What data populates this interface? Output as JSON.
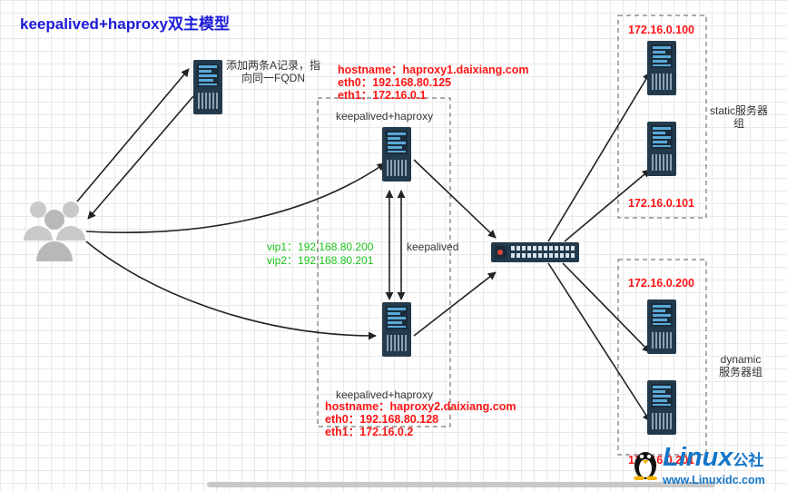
{
  "title": "keepalived+haproxy双主模型",
  "dns_note": {
    "line1": "添加两条A记录，指",
    "line2": "向同一FQDN"
  },
  "ha1": {
    "group_label": "keepalived+haproxy",
    "hostname": "hostname：haproxy1.daixiang.com",
    "eth0": "eth0：192.168.80.125",
    "eth1": "eth1：172.16.0.1"
  },
  "ha2": {
    "group_label": "keepalived+haproxy",
    "hostname": "hostname：haproxy2.daixiang.com",
    "eth0": "eth0：192.168.80.128",
    "eth1": "eth1：172.16.0.2"
  },
  "vips": {
    "vip1": "vip1：192.168.80.200",
    "vip2": "vip2：192.168.80.201"
  },
  "keepalived_label": "keepalived",
  "static_group": {
    "label_line1": "static服务器",
    "label_line2": "组",
    "ip1": "172.16.0.100",
    "ip2": "172.16.0.101"
  },
  "dynamic_group": {
    "label_line1": "dynamic",
    "label_line2": "服务器组",
    "ip1": "172.16.0.200",
    "ip2": "172.16.0.201"
  },
  "watermark": {
    "brand": "Linux",
    "brand_cn": "公社",
    "url": "www.Linuxidc.com"
  },
  "colors": {
    "title": "#1b1bd8",
    "red_text": "#ff1414",
    "vip_text": "#19c419",
    "server_dark": "#233a4c",
    "server_light": "#5aa8d6"
  }
}
